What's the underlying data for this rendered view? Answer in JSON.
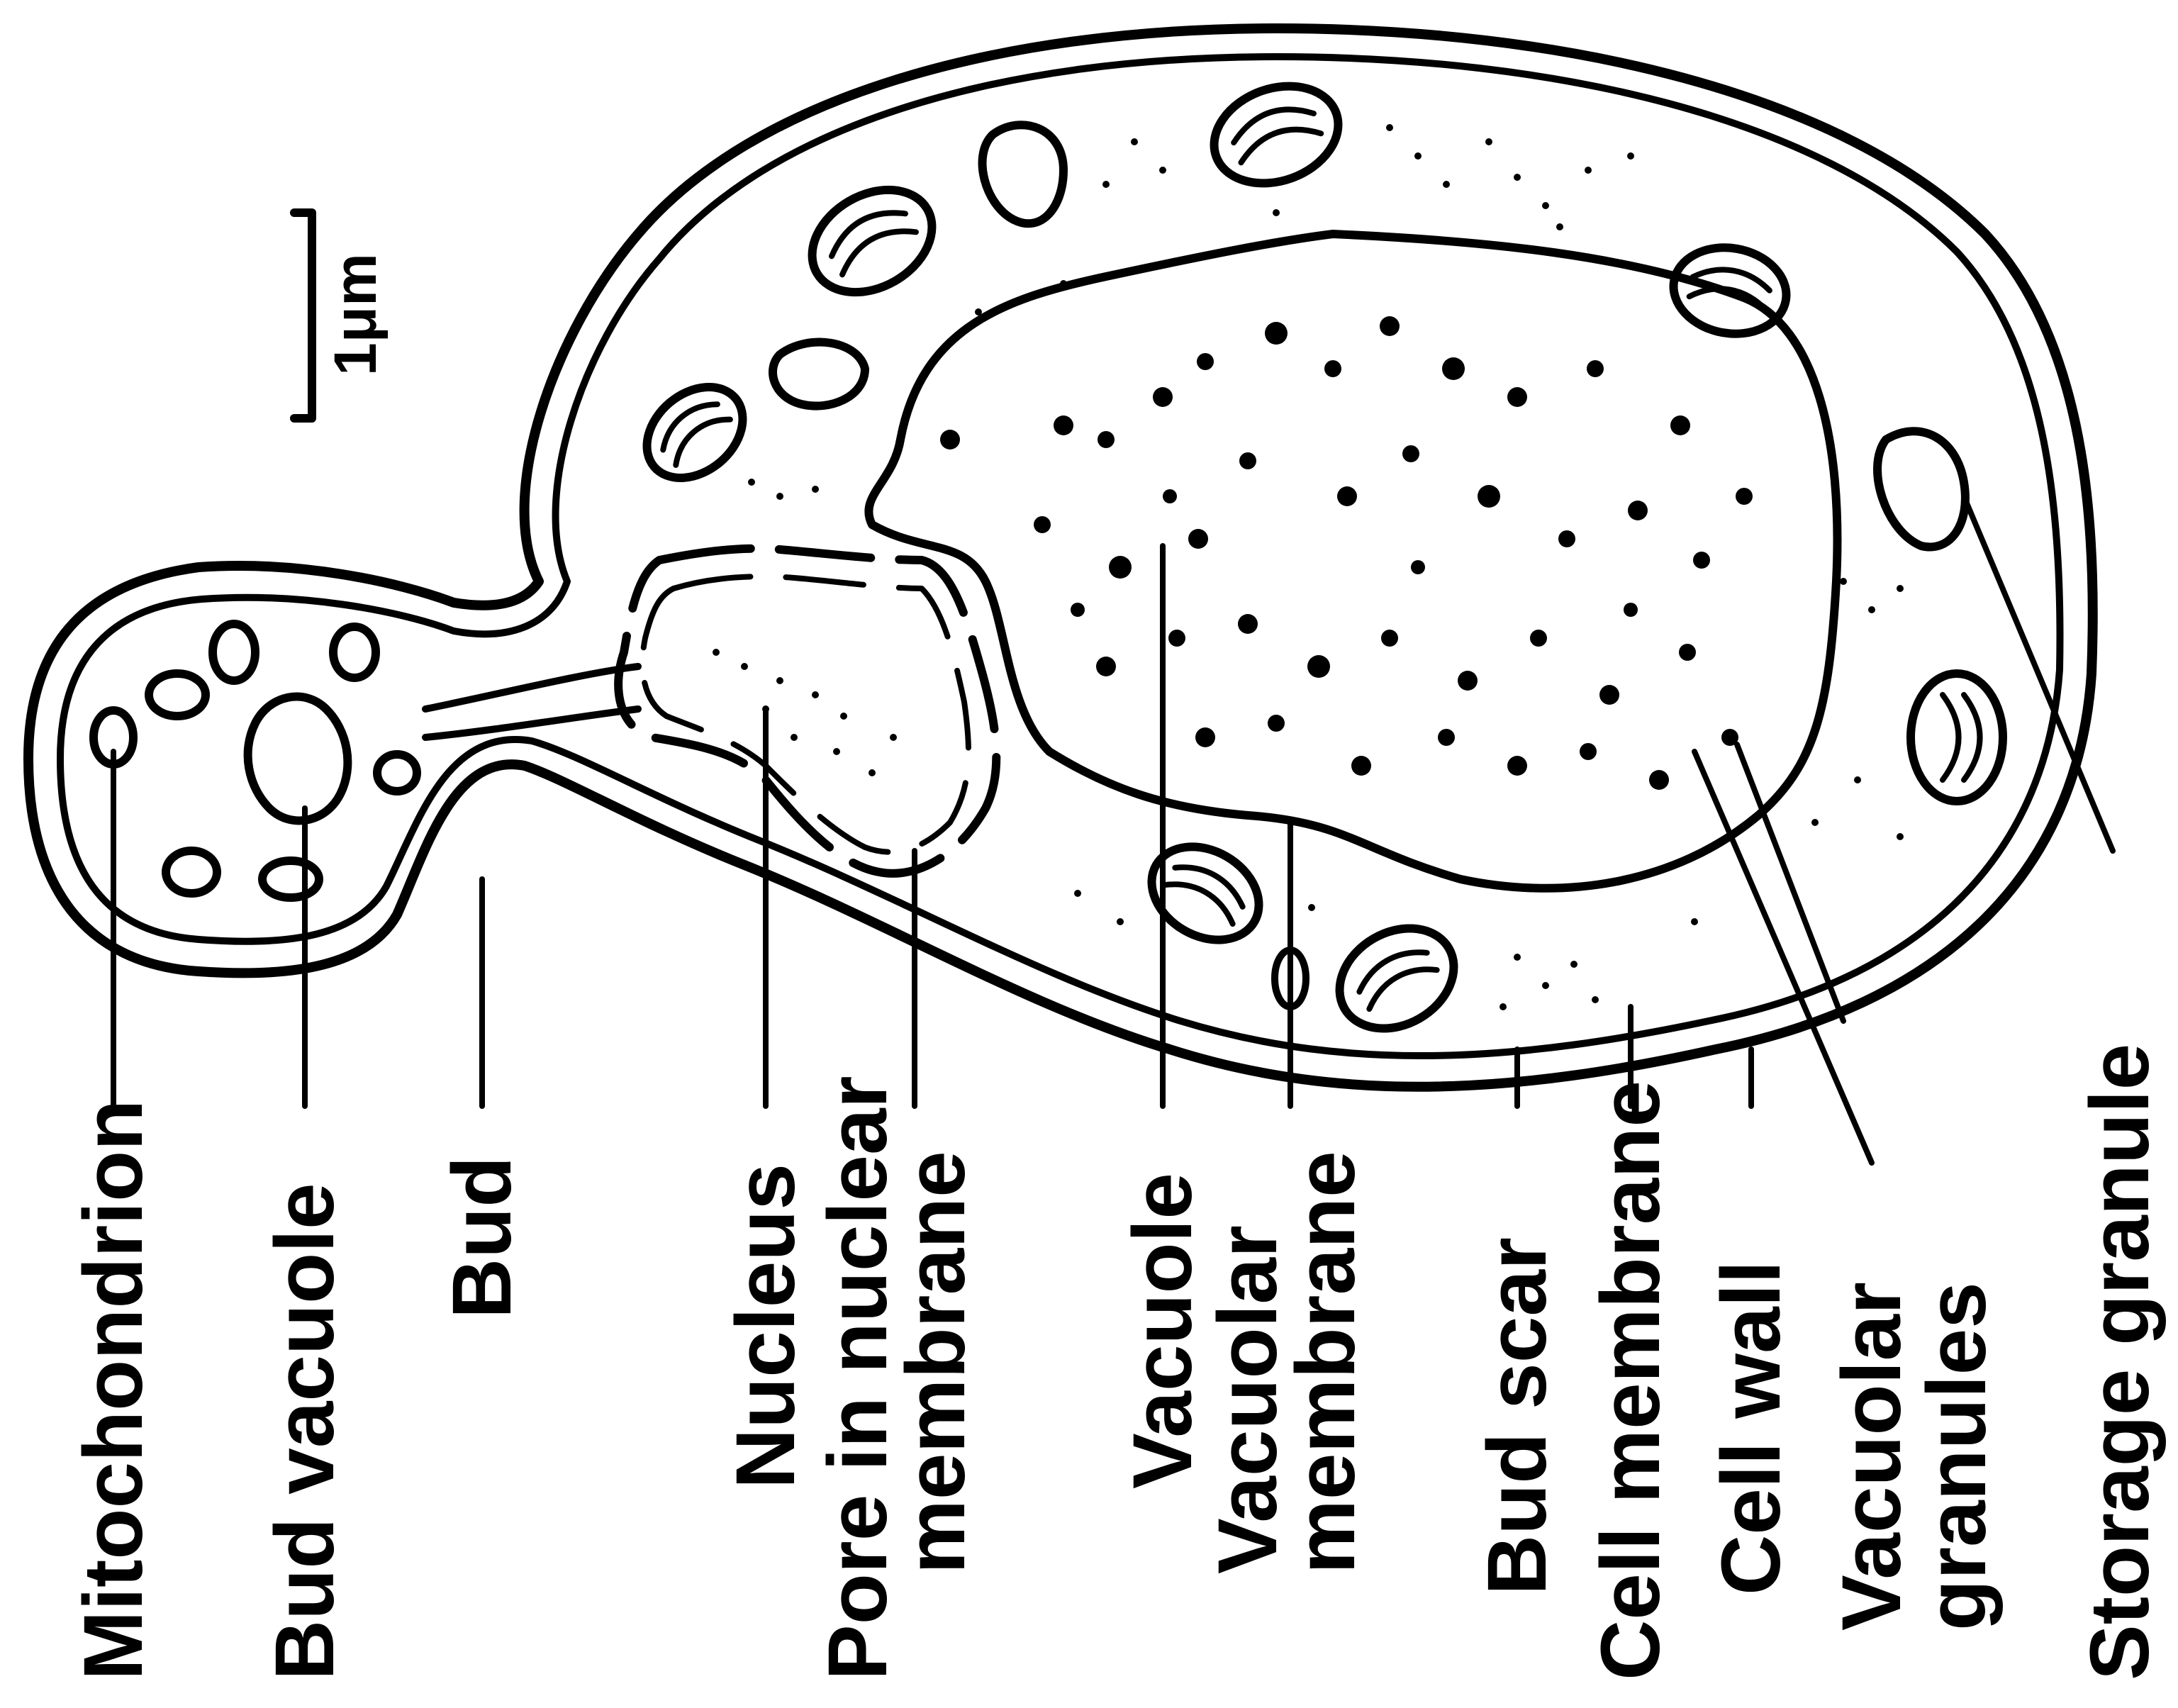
{
  "scale_bar": {
    "label": "1μm"
  },
  "labels": {
    "mitochondrion": "Mitochondrion",
    "bud_vacuole": "Bud vacuole",
    "bud": "Bud",
    "nucleus": "Nucleus",
    "pore_line1": "Pore in nuclear",
    "pore_line2": "membrane",
    "vacuole": "Vacuole",
    "vac_membrane_line1": "Vacuolar",
    "vac_membrane_line2": "membrane",
    "bud_scar": "Bud scar",
    "cell_membrane": "Cell membrane",
    "cell_wall": "Cell wall",
    "vac_granules_line1": "Vacuolar",
    "vac_granules_line2": "granules",
    "storage_granule": "Storage granule"
  },
  "colors": {
    "ink": "#000000",
    "paper": "#ffffff"
  }
}
